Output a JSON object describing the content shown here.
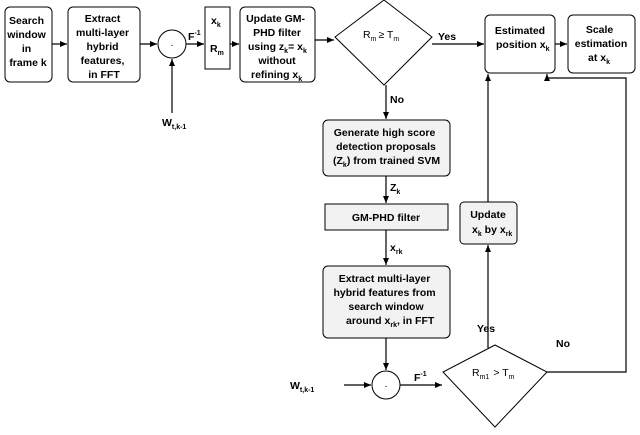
{
  "nodes": {
    "search_window": {
      "lines": [
        "Search",
        "window",
        "in",
        "frame k"
      ]
    },
    "extract_features": {
      "lines": [
        "Extract",
        "multi-layer",
        "hybrid",
        "features,",
        "in FFT"
      ]
    },
    "xk_rm": {
      "lines": [
        "x",
        "R"
      ],
      "subs": [
        "k",
        "m"
      ]
    },
    "update_gmphd": {
      "lines": [
        "Update GM-",
        "PHD filter",
        "using z",
        "without",
        "refining x"
      ],
      "sub_zk": "k",
      "eq_xk": "= x",
      "sub_xk": "k",
      "sub_refine": "k"
    },
    "decision_top": {
      "text": "R",
      "sub": "m",
      "op": "≥ T",
      "thr_sub": "m"
    },
    "estimated_position": {
      "lines": [
        "Estimated",
        "position x"
      ],
      "sub": "k"
    },
    "scale_estimation": {
      "lines": [
        "Scale",
        "estimation",
        "at x"
      ],
      "sub": "k"
    },
    "generate_proposals": {
      "lines": [
        "Generate high score",
        "detection proposals",
        "(Z",
        ") from trained SVM"
      ],
      "sub": "k"
    },
    "gmphd_filter": {
      "label": "GM-PHD filter"
    },
    "update_xk": {
      "lines": [
        "Update",
        "x",
        " by x"
      ],
      "sub1": "k",
      "sub2": "rk"
    },
    "extract_search": {
      "lines": [
        "Extract multi-layer",
        "hybrid features from",
        "search window",
        "around x",
        ", in FFT"
      ],
      "sub": "rk"
    },
    "decision_bottom": {
      "text": "R",
      "sub": "m1",
      "op": "> T",
      "thr_sub": "m"
    }
  },
  "ops": {
    "dot": "·"
  },
  "labels": {
    "f_inv": "F",
    "f_inv_sup": "-1",
    "w_top": "W",
    "w_top_sub": "t,k-1",
    "w_bottom": "W",
    "w_bottom_sub": "t,k-1",
    "yes": "Yes",
    "no": "No",
    "zk": "Z",
    "zk_sub": "k",
    "xrk": "x",
    "xrk_sub": "rk"
  }
}
